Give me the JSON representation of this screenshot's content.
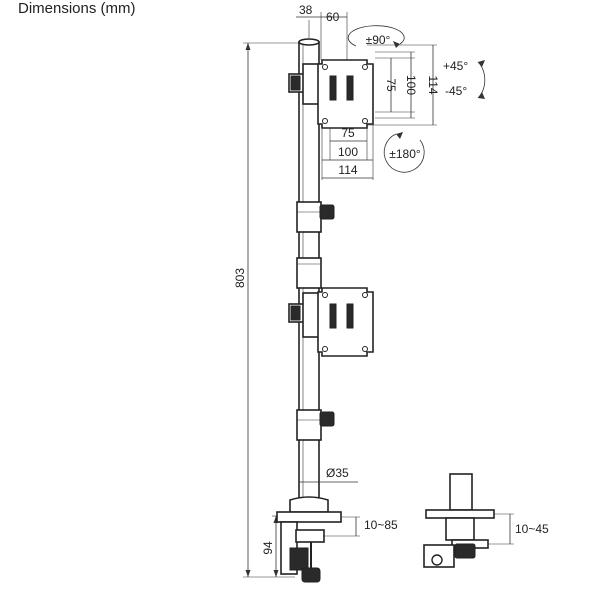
{
  "diagram": {
    "title": "Dimensions (mm)",
    "dimensions": {
      "top_offset_a": "38",
      "top_offset_b": "60",
      "height_total": "803",
      "pole_diameter": "Ø35",
      "clamp_height": "94",
      "clamp_range": "10~85",
      "grommet_range": "10~45"
    },
    "vesa_plate": {
      "width_75": "75",
      "width_100": "100",
      "width_114": "114",
      "height_75": "75",
      "height_100": "100",
      "height_114": "114"
    },
    "adjustments": {
      "rotation": "±90°",
      "tilt_up": "+45°",
      "tilt_down": "-45°",
      "swivel": "±180°"
    }
  }
}
